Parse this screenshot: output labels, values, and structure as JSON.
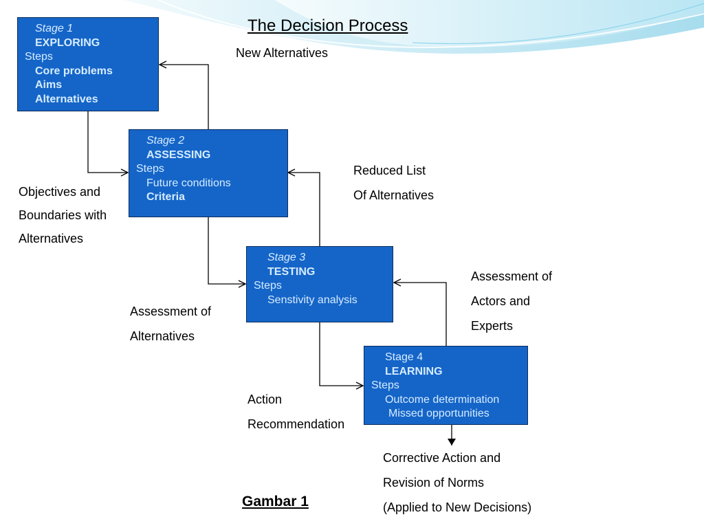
{
  "title": "The Decision Process",
  "figure_caption": "Gambar 1",
  "colors": {
    "box_fill": "#1565c8",
    "box_text": "#d6ecff",
    "connector": "#000000",
    "wave_accent": "#4fb3d9"
  },
  "stages": [
    {
      "label": "Stage 1",
      "name": "EXPLORING",
      "steps_label": "Steps",
      "items": [
        "Core problems",
        "Aims",
        "Alternatives"
      ]
    },
    {
      "label": "Stage 2",
      "name": "ASSESSING",
      "steps_label": "Steps",
      "items": [
        "Future conditions",
        "Criteria"
      ]
    },
    {
      "label": "Stage 3",
      "name": "TESTING",
      "steps_label": "Steps",
      "items": [
        "Senstivity analysis"
      ]
    },
    {
      "label": "Stage 4",
      "name": "LEARNING",
      "steps_label": "Steps",
      "items": [
        "Outcome determination",
        "Missed opportunities"
      ]
    }
  ],
  "annotations": {
    "new_alternatives": "New Alternatives",
    "objectives": [
      "Objectives and",
      "Boundaries with",
      "Alternatives"
    ],
    "reduced_list": [
      "Reduced List",
      "Of Alternatives"
    ],
    "assessment_alternatives": [
      "Assessment of",
      "Alternatives"
    ],
    "assessment_actors": [
      "Assessment of",
      "Actors and",
      "Experts"
    ],
    "action_recommendation": [
      "Action",
      "Recommendation"
    ],
    "corrective_action": [
      "Corrective Action and",
      "Revision of Norms",
      "(Applied to New Decisions)"
    ]
  }
}
